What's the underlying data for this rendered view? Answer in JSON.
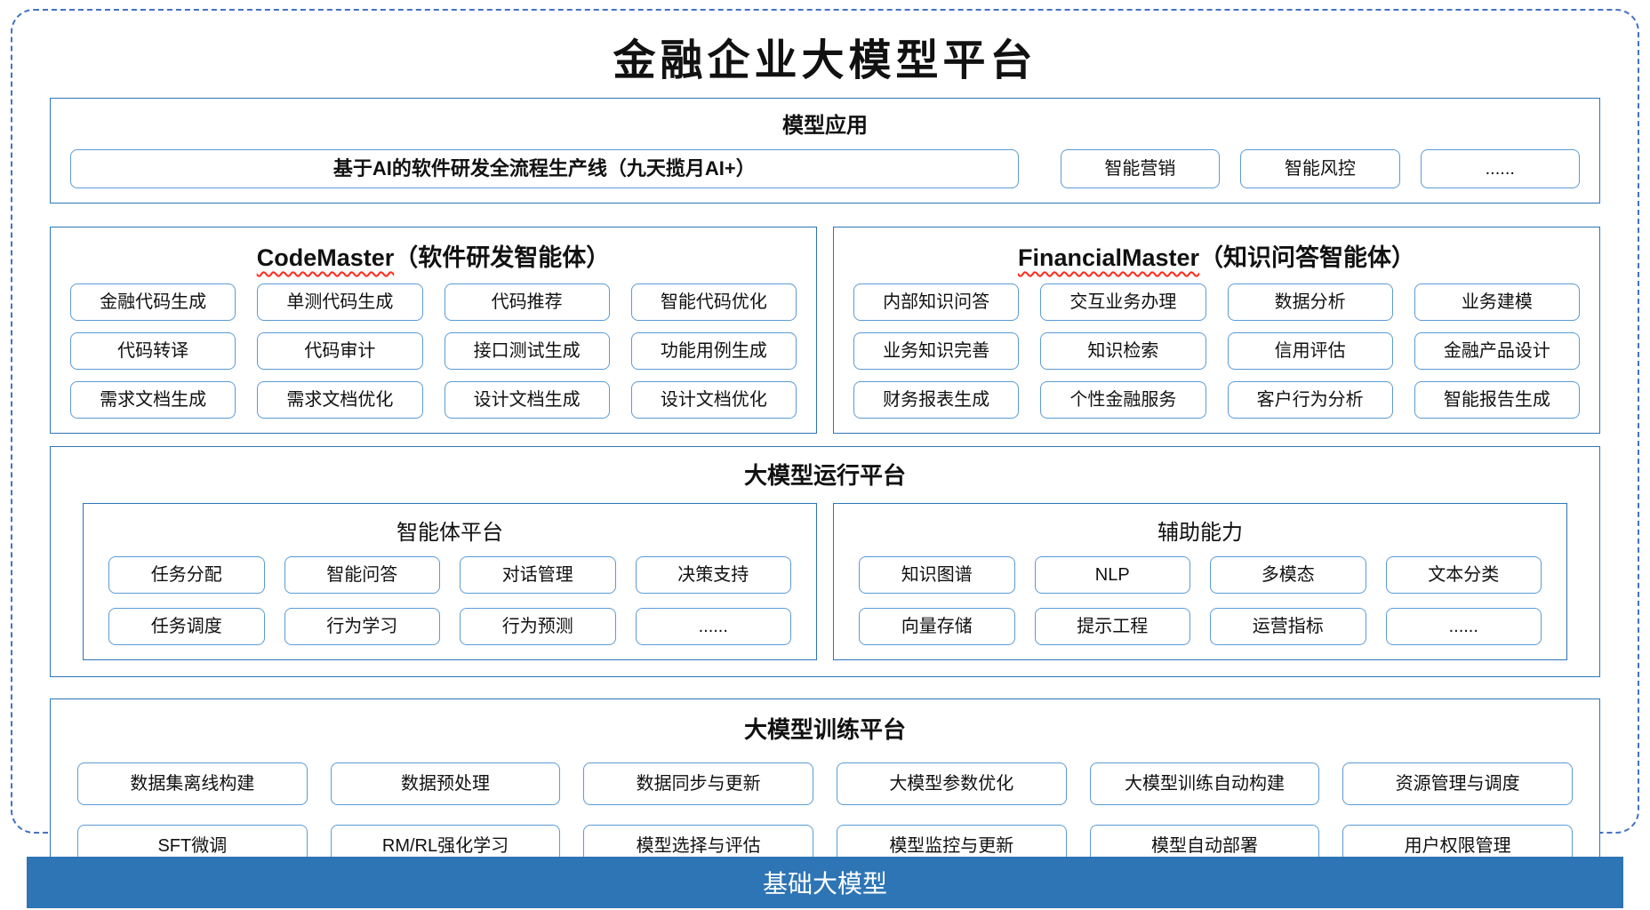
{
  "title": "金融企业大模型平台",
  "applications": {
    "header": "模型应用",
    "wide_item": "基于AI的软件研发全流程生产线（九天揽月AI+）",
    "items": [
      "智能营销",
      "智能风控",
      "......"
    ]
  },
  "agents": [
    {
      "name": "CodeMaster",
      "suffix": "（软件研发智能体）",
      "items": [
        "金融代码生成",
        "单测代码生成",
        "代码推荐",
        "智能代码优化",
        "代码转译",
        "代码审计",
        "接口测试生成",
        "功能用例生成",
        "需求文档生成",
        "需求文档优化",
        "设计文档生成",
        "设计文档优化"
      ]
    },
    {
      "name": "FinancialMaster",
      "suffix": "（知识问答智能体）",
      "items": [
        "内部知识问答",
        "交互业务办理",
        "数据分析",
        "业务建模",
        "业务知识完善",
        "知识检索",
        "信用评估",
        "金融产品设计",
        "财务报表生成",
        "个性金融服务",
        "客户行为分析",
        "智能报告生成"
      ]
    }
  ],
  "runtime": {
    "header": "大模型运行平台",
    "subsections": [
      {
        "header": "智能体平台",
        "items": [
          "任务分配",
          "智能问答",
          "对话管理",
          "决策支持",
          "任务调度",
          "行为学习",
          "行为预测",
          "......"
        ]
      },
      {
        "header": "辅助能力",
        "items": [
          "知识图谱",
          "NLP",
          "多模态",
          "文本分类",
          "向量存储",
          "提示工程",
          "运营指标",
          "......"
        ]
      }
    ]
  },
  "training": {
    "header": "大模型训练平台",
    "items": [
      "数据集离线构建",
      "数据预处理",
      "数据同步与更新",
      "大模型参数优化",
      "大模型训练自动构建",
      "资源管理与调度",
      "SFT微调",
      "RM/RL强化学习",
      "模型选择与评估",
      "模型监控与更新",
      "模型自动部署",
      "用户权限管理"
    ]
  },
  "foundation": {
    "label": "基础大模型"
  },
  "colors": {
    "primary": "#2E75B6",
    "section_border": "#2E75B6",
    "item_border": "#5B9BD5",
    "dashed_border": "#4472C4",
    "squiggle": "#FF2A1A",
    "text": "#111111",
    "foundation_text": "#FFFFFF"
  }
}
